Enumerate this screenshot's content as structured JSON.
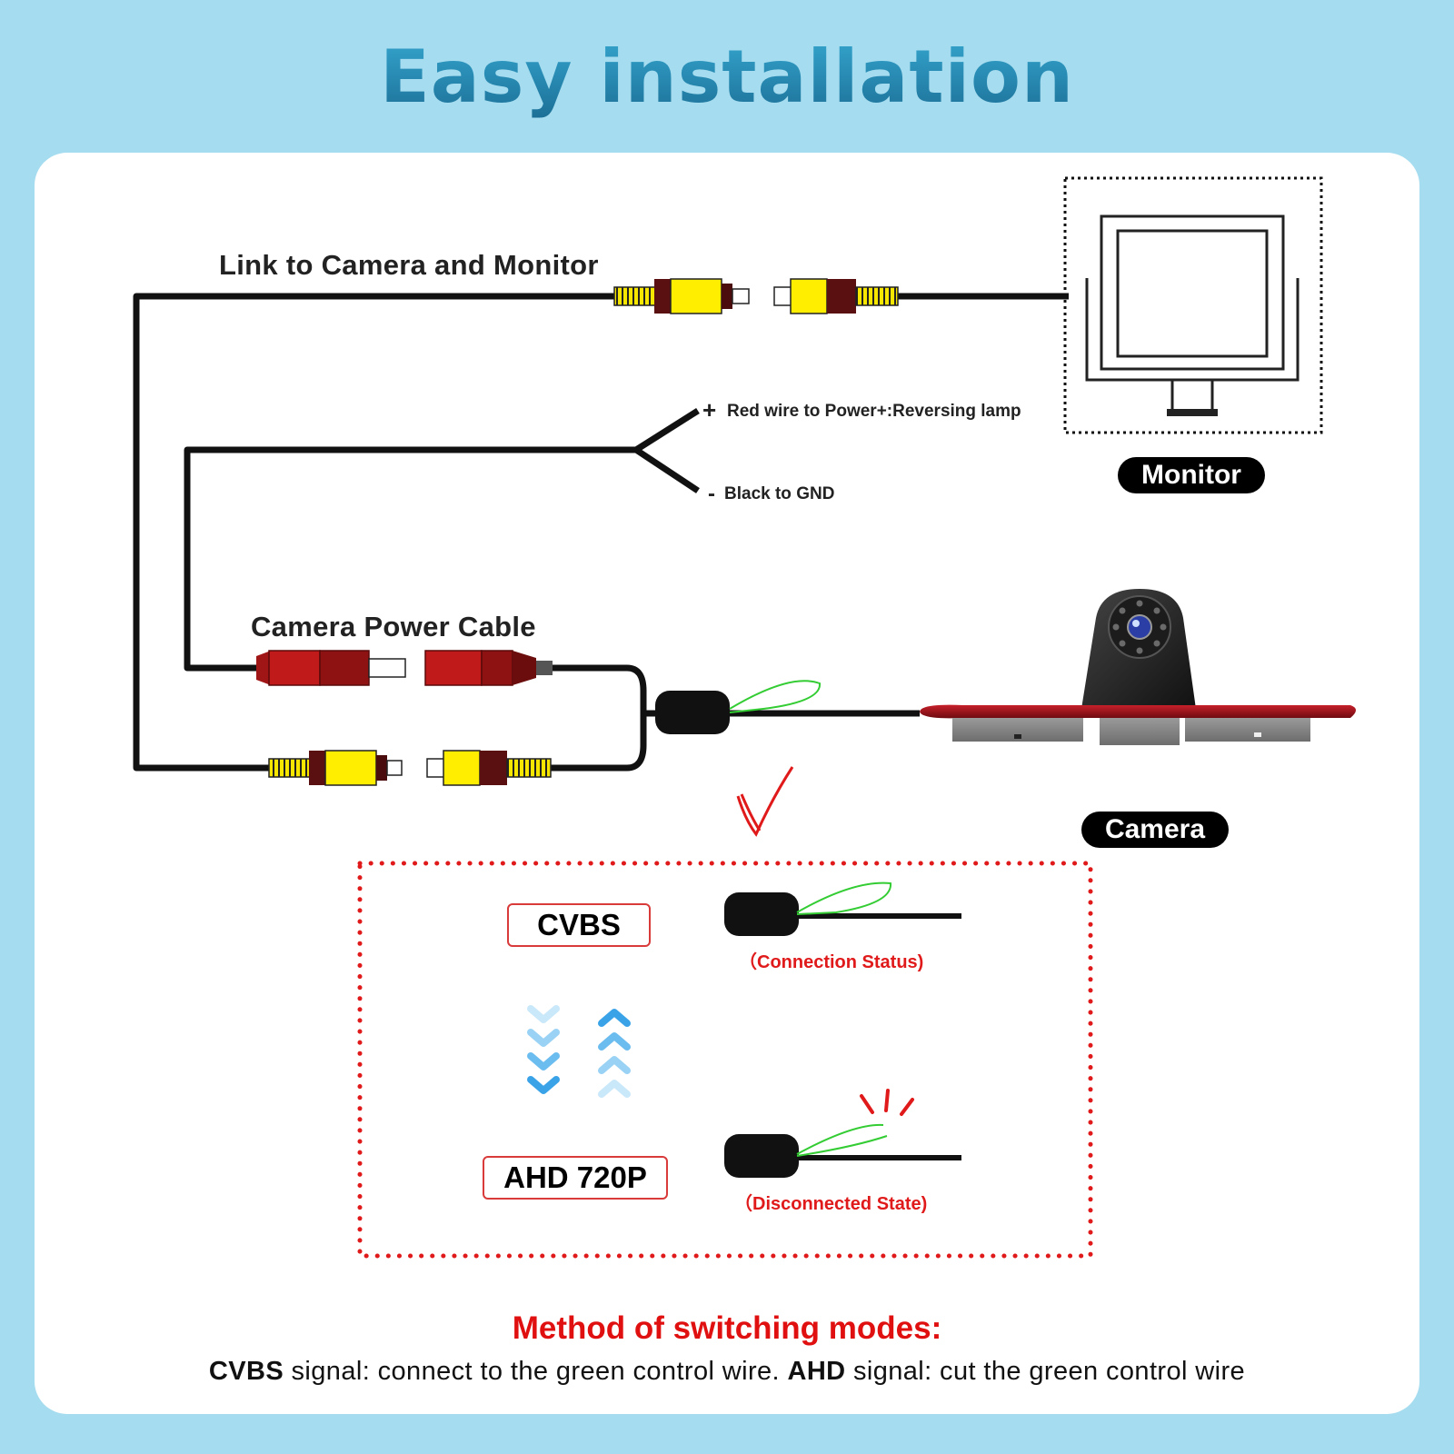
{
  "title": "Easy installation",
  "labels": {
    "link": "Link to Camera and Monitor",
    "red_wire": "Red wire to Power+:Reversing lamp",
    "black_wire": "Black to GND",
    "power_cable": "Camera Power Cable",
    "plus_sign": "+",
    "minus_sign": "-"
  },
  "badges": {
    "monitor": "Monitor",
    "camera": "Camera"
  },
  "modes": {
    "cvbs": {
      "label": "CVBS",
      "state": "（Connection Status)"
    },
    "ahd": {
      "label": "AHD 720P",
      "state": "（Disconnected State)"
    }
  },
  "method": {
    "title": "Method of switching modes:",
    "cvbs_word": "CVBS",
    "cvbs_text": " signal: connect to the green control wire. ",
    "ahd_word": "AHD",
    "ahd_text": " signal: cut the green control wire"
  },
  "colors": {
    "background": "#a5dcef",
    "title": "#1e7fa6",
    "rca_yellow": "#ffee00",
    "plug_red": "#c11a1a",
    "control_wire": "#33cc33",
    "accent_red": "#e01010",
    "arrow_blue": "#3aa3e8"
  },
  "icons": [
    "monitor-icon",
    "camera-icon",
    "rca-plug-icon",
    "power-plug-icon",
    "filter-box-icon",
    "checkmark-icon",
    "chevron-down-icon",
    "chevron-up-icon"
  ]
}
